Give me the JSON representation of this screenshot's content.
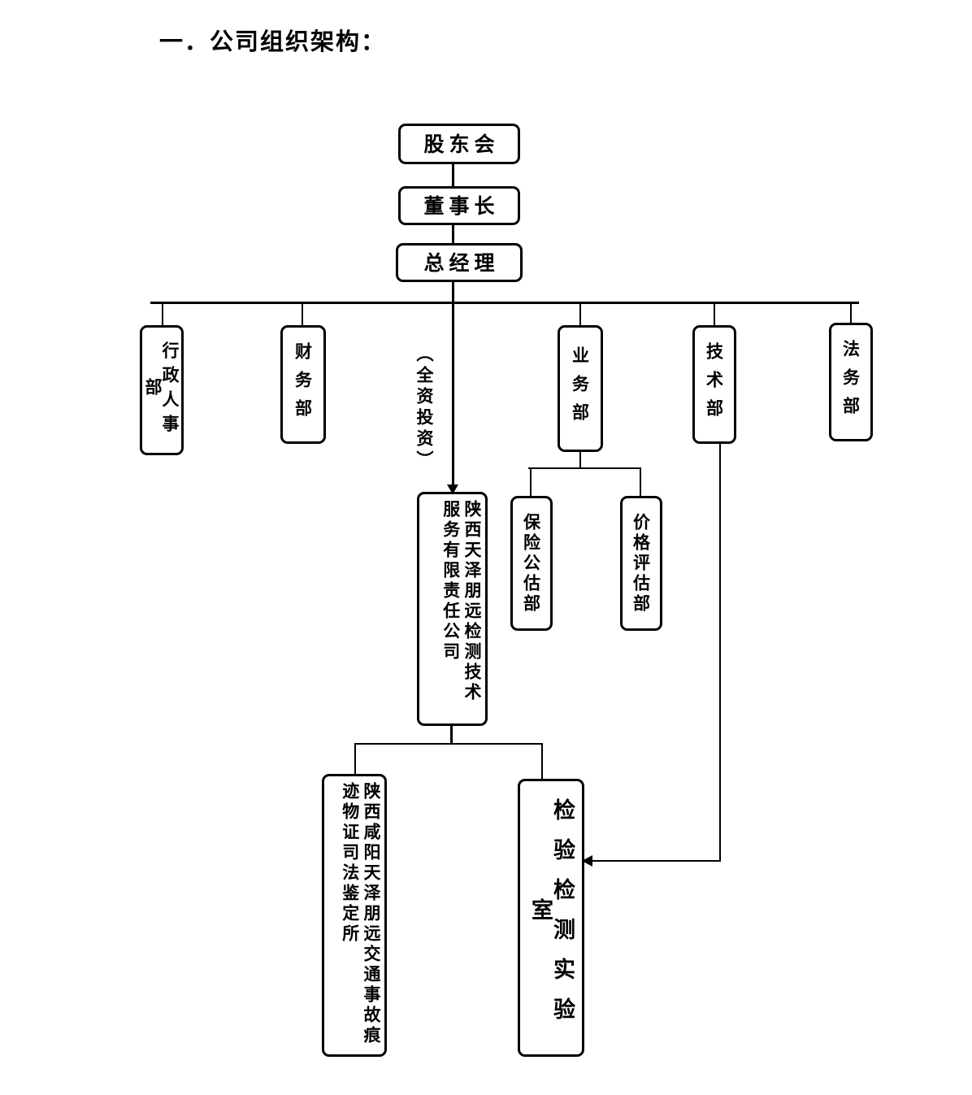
{
  "document": {
    "title": "一．公司组织架构："
  },
  "chart_data": {
    "type": "diagram",
    "diagram_kind": "organization-chart",
    "title": "一．公司组织架构：",
    "orientation": "top-down",
    "nodes": [
      {
        "id": "shareholders",
        "label": "股东会",
        "level": 0,
        "text_direction": "horizontal"
      },
      {
        "id": "chairman",
        "label": "董事长",
        "level": 1,
        "text_direction": "horizontal"
      },
      {
        "id": "general-manager",
        "label": "总经理",
        "level": 2,
        "text_direction": "horizontal"
      },
      {
        "id": "admin-hr",
        "label": "行政人事部",
        "level": 3,
        "text_direction": "vertical"
      },
      {
        "id": "finance",
        "label": "财务部",
        "level": 3,
        "text_direction": "vertical"
      },
      {
        "id": "business",
        "label": "业务部",
        "level": 3,
        "text_direction": "vertical"
      },
      {
        "id": "technology",
        "label": "技术部",
        "level": 3,
        "text_direction": "vertical"
      },
      {
        "id": "legal",
        "label": "法务部",
        "level": 3,
        "text_direction": "vertical"
      },
      {
        "id": "insurance-assessment",
        "label": "保险公估部",
        "level": 4,
        "text_direction": "vertical"
      },
      {
        "id": "price-appraisal",
        "label": "价格评估部",
        "level": 4,
        "text_direction": "vertical"
      },
      {
        "id": "subsidiary-testing",
        "label": "陕西天泽朋远检测技术服务有限责任公司",
        "level": 4,
        "text_direction": "vertical-2col"
      },
      {
        "id": "forensic-institute",
        "label": "陕西咸阳天泽朋远交通事故痕迹物证司法鉴定所",
        "level": 5,
        "text_direction": "vertical-2col"
      },
      {
        "id": "testing-laboratory",
        "label": "检验检测实验室",
        "level": 5,
        "text_direction": "vertical"
      }
    ],
    "edges": [
      {
        "from": "shareholders",
        "to": "chairman",
        "style": "solid"
      },
      {
        "from": "chairman",
        "to": "general-manager",
        "style": "solid"
      },
      {
        "from": "general-manager",
        "to": "admin-hr",
        "style": "solid"
      },
      {
        "from": "general-manager",
        "to": "finance",
        "style": "solid"
      },
      {
        "from": "general-manager",
        "to": "business",
        "style": "solid"
      },
      {
        "from": "general-manager",
        "to": "technology",
        "style": "solid"
      },
      {
        "from": "general-manager",
        "to": "legal",
        "style": "solid"
      },
      {
        "from": "general-manager",
        "to": "subsidiary-testing",
        "style": "solid",
        "label": "（全资投资）"
      },
      {
        "from": "business",
        "to": "insurance-assessment",
        "style": "solid"
      },
      {
        "from": "business",
        "to": "price-appraisal",
        "style": "solid"
      },
      {
        "from": "subsidiary-testing",
        "to": "forensic-institute",
        "style": "solid"
      },
      {
        "from": "subsidiary-testing",
        "to": "testing-laboratory",
        "style": "solid"
      },
      {
        "from": "technology",
        "to": "testing-laboratory",
        "style": "solid-arrow",
        "arrow": "left"
      }
    ],
    "annotations": [
      {
        "id": "wholly-owned-note",
        "text": "（全资投资）",
        "attached_to_edge": "general-manager->subsidiary-testing"
      }
    ],
    "colors": {
      "background": "#ffffff",
      "box_border": "#000000",
      "box_fill": "#ffffff",
      "text": "#000000",
      "connector": "#000000"
    }
  }
}
